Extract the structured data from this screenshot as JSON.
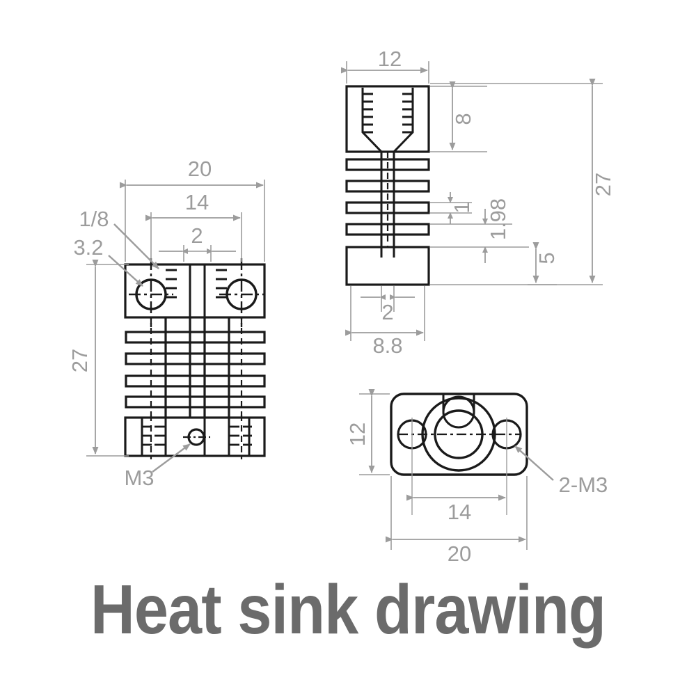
{
  "drawing": {
    "title": "Heat sink drawing",
    "line_color": "#1a1a1a",
    "dim_color": "#9c9c9c",
    "title_color": "#6b6b6b",
    "background": "#ffffff"
  },
  "views": {
    "front": {
      "name": "front-view",
      "dimensions": {
        "width_overall": "20",
        "width_hole_spacing": "14",
        "width_center_slot": "2",
        "height_overall": "27",
        "chamfer_note": "3.2",
        "thread_note": "1/8",
        "bottom_hole_note": "M3"
      }
    },
    "side": {
      "name": "side-view",
      "dimensions": {
        "width_overall": "12",
        "top_block_height": "8",
        "fin_thickness": "1",
        "fin_pitch": "1.98",
        "bottom_block_height": "5",
        "height_overall": "27",
        "center_slot_width": "2",
        "bottom_block_width": "8.8"
      }
    },
    "top": {
      "name": "top-view",
      "dimensions": {
        "height_overall": "12",
        "hole_spacing": "14",
        "width_overall": "20",
        "hole_note": "2-M3"
      }
    }
  },
  "annotations": {
    "leader_1_8": "1/8",
    "leader_3_2": "3.2",
    "leader_m3": "M3",
    "leader_2_m3": "2-M3"
  }
}
